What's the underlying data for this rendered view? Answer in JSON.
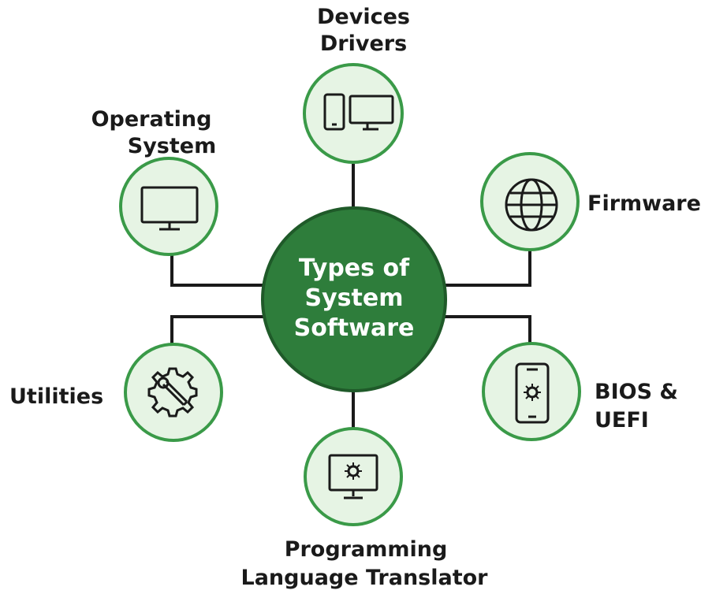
{
  "colors": {
    "center_fill": "#2e7d3b",
    "center_stroke": "#1f5a29",
    "node_fill": "#e6f4e4",
    "node_ring": "#3a9a48",
    "connector": "#1a1a1a",
    "icon": "#1a1a1a",
    "label": "#1a1a1a"
  },
  "center": {
    "line1": "Types of",
    "line2": "System",
    "line3": "Software"
  },
  "nodes": [
    {
      "key": "device-drivers",
      "icon": "phone-and-monitor-icon",
      "label_lines": [
        "Devices",
        "Drivers"
      ]
    },
    {
      "key": "operating-system",
      "icon": "monitor-icon",
      "label_lines": [
        "Operating",
        "System"
      ]
    },
    {
      "key": "firmware",
      "icon": "globe-icon",
      "label_lines": [
        "Firmware"
      ]
    },
    {
      "key": "utilities",
      "icon": "gear-wrench-icon",
      "label_lines": [
        "Utilities"
      ]
    },
    {
      "key": "bios-uefi",
      "icon": "phone-gear-icon",
      "label_lines": [
        "BIOS &",
        "UEFI"
      ]
    },
    {
      "key": "programming-language-translator",
      "icon": "monitor-gear-icon",
      "label_lines": [
        "Programming",
        "Language Translator"
      ]
    }
  ]
}
